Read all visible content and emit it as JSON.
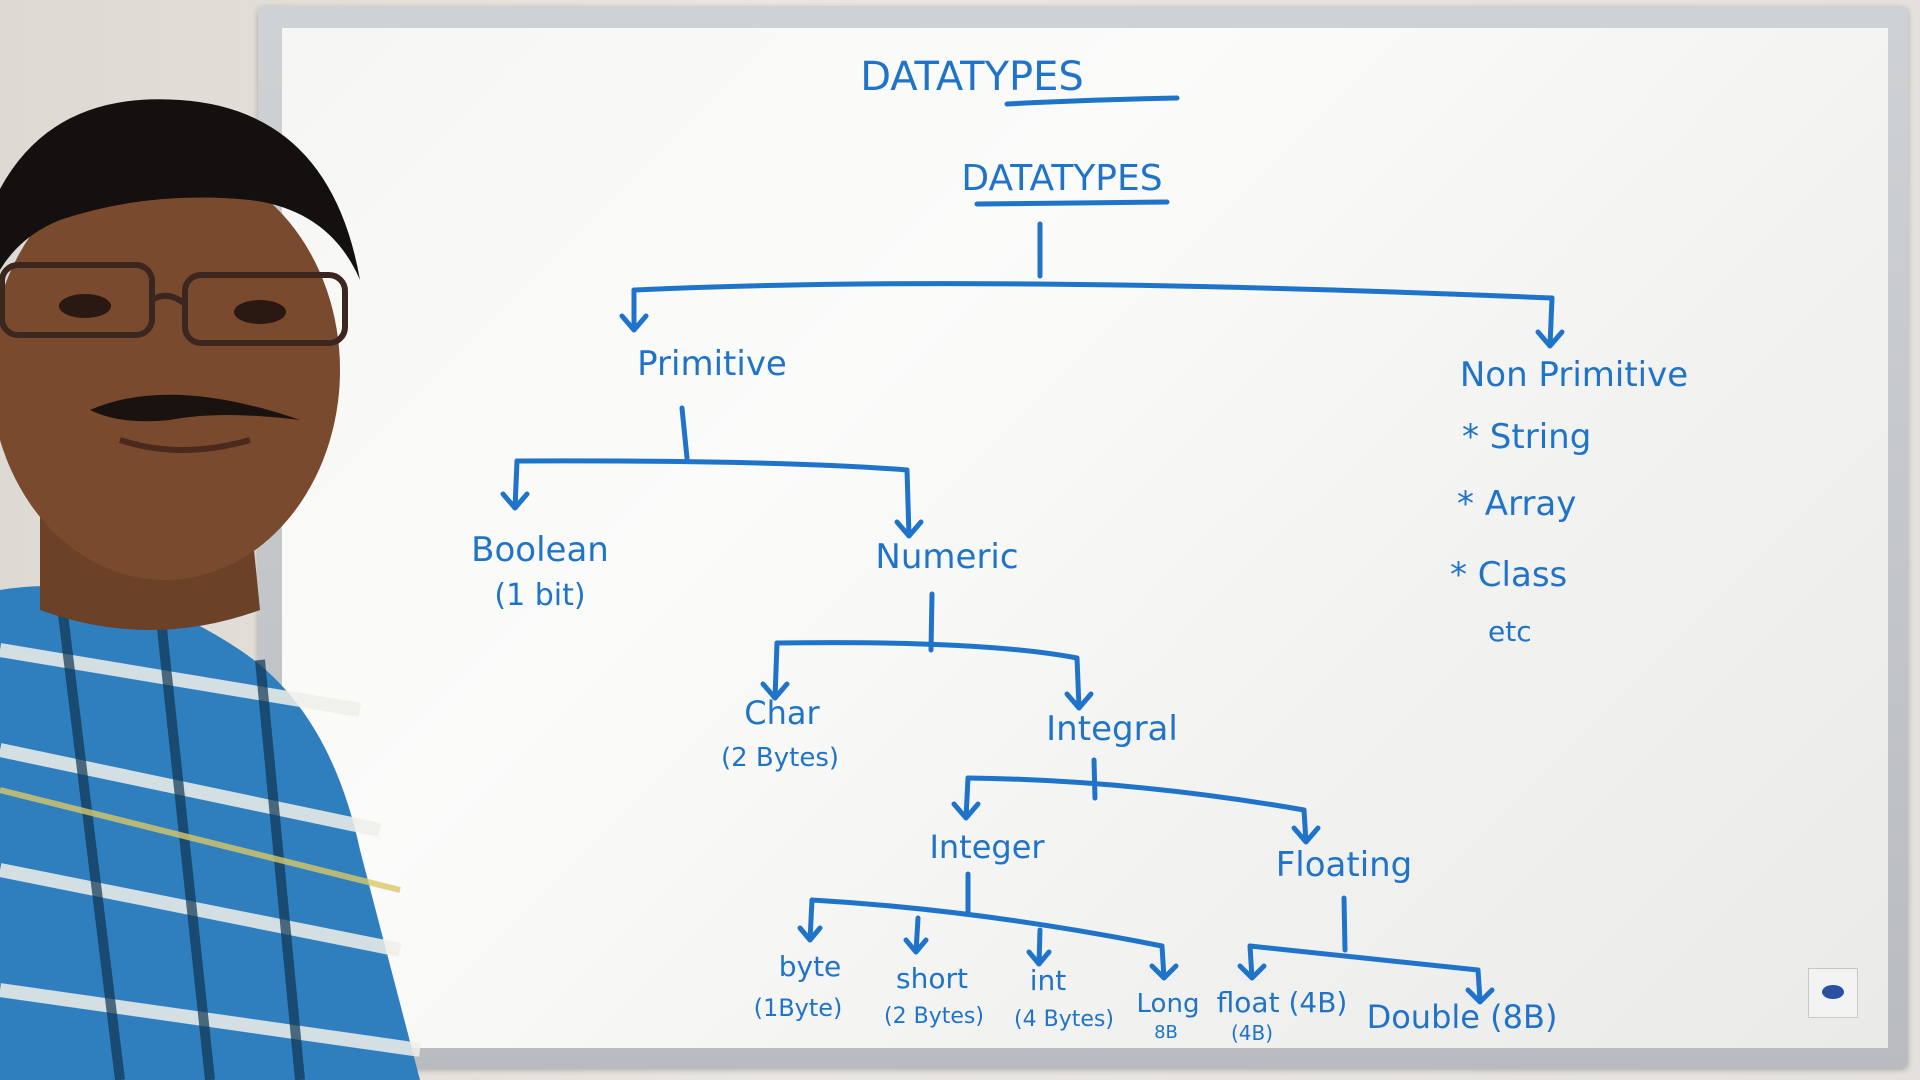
{
  "board": {
    "heading": "DATATYPES",
    "root": "DATATYPES",
    "primitive": "Primitive",
    "non_primitive": "Non Primitive",
    "non_primitive_items": [
      "* String",
      "* Array",
      "* Class",
      "etc"
    ],
    "boolean": "Boolean",
    "boolean_size": "(1 bit)",
    "numeric": "Numeric",
    "char": "Char",
    "char_size": "(2 Bytes)",
    "integral": "Integral",
    "integer": "Integer",
    "floating": "Floating",
    "byte": "byte",
    "byte_size": "(1Byte)",
    "short": "short",
    "short_size": "(2 Bytes)",
    "int": "int",
    "int_size": "(4 Bytes)",
    "long": "Long",
    "long_size": "8B",
    "float": "float (4B)",
    "float_size": "(4B)",
    "double": "Double (8B)"
  },
  "colors": {
    "ink": "#1f74c9",
    "board": "#f6f6f4",
    "frame": "#c4c7ca"
  }
}
